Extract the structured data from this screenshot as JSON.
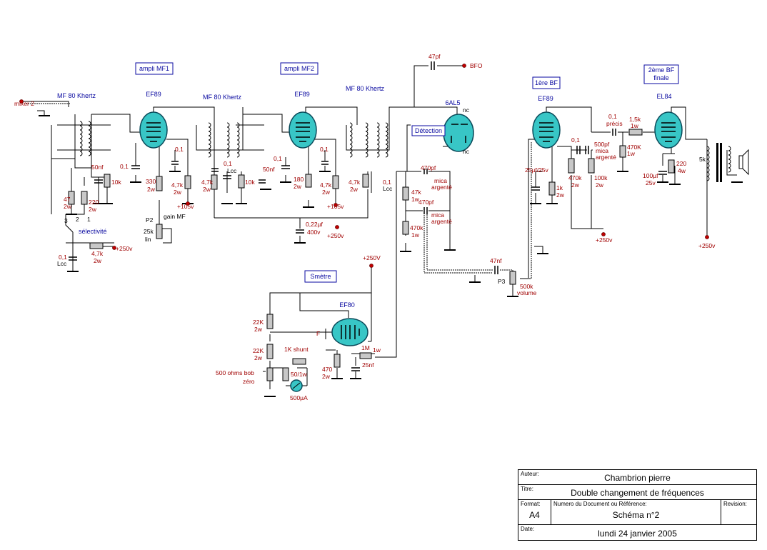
{
  "amplifier_labels": {
    "mf1": "ampli MF1",
    "mf2": "ampli MF2",
    "bf1": "1ère BF",
    "bf2_line1": "2ème BF",
    "bf2_line2": "finale",
    "smetre": "Smètre",
    "detection": "Détection"
  },
  "section_labels": {
    "mf80_a": "MF 80 Khertz",
    "mf80_b": "MF 80 Khertz",
    "mf80_c": "MF 80 Khertz"
  },
  "tubes": {
    "ef89_1": "EF89",
    "ef89_2": "EF89",
    "sixal5": "6AL5",
    "ef89_3": "EF89",
    "el84": "EL84",
    "ef80": "EF80"
  },
  "components": {
    "mixer": "mixer 2",
    "bfo_cap": "47pf",
    "bfo": "BFO",
    "nc1": "nc",
    "nc2": "nc",
    "c01_a": "0,1",
    "c01_b": "0,1",
    "r330": "330",
    "r330w": "2w",
    "r47k_a": "4,7k",
    "r47k_aw": "2w",
    "p105_a": "+105v",
    "p2": "P2",
    "gainmf": "gain MF",
    "p25k": "25k",
    "lin": "lin",
    "c01_c": "0,1",
    "lcc_a": "Lcc",
    "c50nf_a": "50nf",
    "r10k_a": "10k",
    "r47k_b": "4,7k",
    "r47k_bw": "2w",
    "c01_d": "0,1",
    "c01_e": "0,1",
    "r180": "180",
    "r180w": "2w",
    "r47k_c": "4,7k",
    "r47k_cw": "2w",
    "p105_b": "+105v",
    "r47k_d": "4,7k",
    "r47k_dw": "2w",
    "c01_f": "0,1",
    "lcc_b": "Lcc",
    "c022": "0,22µf",
    "c022v": "400v",
    "p250_a": "+250v",
    "c50nf_b": "50nf",
    "r10k_b": "10k",
    "r47": "47",
    "r47w": "2w",
    "r220": "220",
    "r220w": "2w",
    "sw2": "2",
    "sw1": "1",
    "sw3": "3",
    "selectivite": "sélectivité",
    "c01_g": "0,1",
    "lcc_c": "Lcc",
    "r47k_e": "4,7k",
    "r47k_ew": "2w",
    "p250_b": "+250v",
    "c470pf_a": "470pf",
    "mica1a": "mica",
    "mica1b": "argenté",
    "r47k_f": "47k",
    "r47k_fw": "1w",
    "c470pf_b": "470pf",
    "mica2a": "mica",
    "mica2b": "argenté",
    "r470k_a": "470k",
    "r470k_aw": "1w",
    "c47nf": "47nf",
    "p3": "P3",
    "pot500k": "500k",
    "volume": "volume",
    "c25": "25µf/25v",
    "r1k": "1k",
    "r1kw": "2w",
    "c01_h": "0,1",
    "r470k_b": "470k",
    "r470k_bw": "2w",
    "c500pf": "500pf",
    "mica3a": "mica",
    "mica3b": "argenté",
    "r100k": "100k",
    "r100kw": "2w",
    "p250_c": "+250v",
    "c01_i": "0,1",
    "precis": "précis",
    "r15k": "1,5k",
    "r15kw": "1w",
    "r470k_c": "470K",
    "r470k_cw": "1w",
    "r220b": "220",
    "r220bw": "4w",
    "c100": "100µf",
    "c100v": "25v",
    "t5k": "5k",
    "p250_d": "+250v",
    "p250_e": "+250V",
    "r22k_a": "22K",
    "r22k_aw": "2w",
    "r22k_b": "22K",
    "r22k_bw": "2w",
    "shunt": "1K shunt",
    "r50": "50/1w",
    "bob": "500 ohms bob",
    "zero": "zéro",
    "meter": "500µA",
    "f": "F",
    "r470": "470",
    "r470w": "2w",
    "r1m": "1M",
    "r1mw": "1w",
    "c25nf": "25nf"
  },
  "title_block": {
    "auteur_label": "Auteur:",
    "auteur": "Chambrion pierre",
    "titre_label": "Titre:",
    "titre": "Double changement de fréquences",
    "format_label": "Format:",
    "format": "A4",
    "numero_label": "Numero du Document ou Référence:",
    "numero": "Schéma n°2",
    "revision_label": "Revision:",
    "date_label": "Date:",
    "date": "lundi 24 janvier 2005"
  },
  "colors": {
    "tube": "#38c6c6",
    "label_blue": "#0a0aa0",
    "label_red": "#a00000",
    "terminal": "#c00000"
  }
}
